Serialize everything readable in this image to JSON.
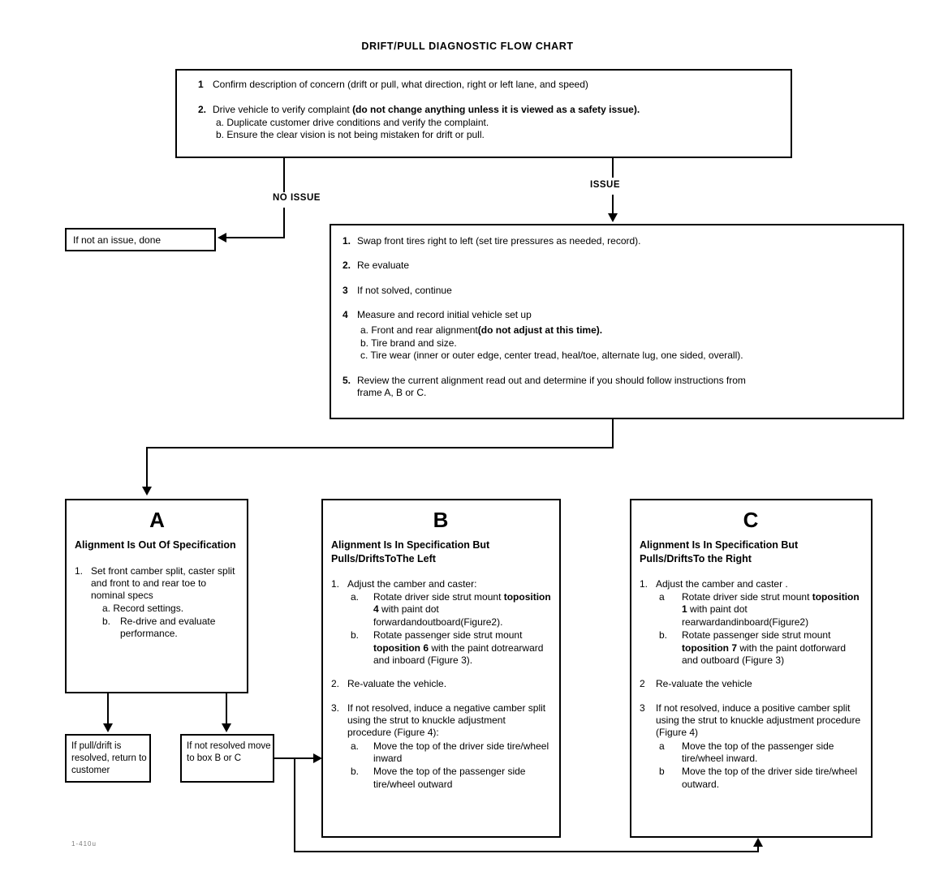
{
  "title": "DRIFT/PULL DIAGNOSTIC FLOW CHART",
  "top_box": {
    "item1_num": "1",
    "item1_text": "Confirm description of concern  (drift or pull, what direction, right or left lane, and speed)",
    "item2_num": "2.",
    "item2_lead": "Drive vehicle to verify complaint ",
    "item2_bold": "(do not change anything unless it is viewed as a safety issue).",
    "item2a": "a. Duplicate customer drive conditions and verify the complaint.",
    "item2b": "b. Ensure the clear vision is not being mistaken for drift or pull."
  },
  "edges": {
    "no_issue": "NO ISSUE",
    "issue": "ISSUE"
  },
  "no_issue_box": {
    "text": "If not an issue, done"
  },
  "mid_box": {
    "item1_num": "1.",
    "item1_text": "Swap front tires right to left (set tire pressures as needed, record).",
    "item2_num": "2.",
    "item2_text": "Re evaluate",
    "item3_num": "3",
    "item3_text": "If not solved, continue",
    "item4_num": "4",
    "item4_text": "Measure and record initial vehicle set up",
    "item4a_lead": "a. Front and rear alignment",
    "item4a_bold": "(do not adjust at this time).",
    "item4b": "b. Tire brand and size.",
    "item4c": "c. Tire wear (inner or outer edge, center tread, heal/toe, alternate lug, one sided, overall).",
    "item5_num": "5.",
    "item5_line1": "Review the current alignment read out and determine if you should follow instructions from",
    "item5_line2": "frame A, B or C."
  },
  "frame_a": {
    "letter": "A",
    "heading": "Alignment Is Out Of Specification",
    "step1_num": "1.",
    "step1_text": "Set front camber split, caster split and front to and rear toe to nominal specs",
    "step1a": "a. Record settings.",
    "step1b_ltr": "b.",
    "step1b": "Re-drive and evaluate performance."
  },
  "frame_b": {
    "letter": "B",
    "heading": "Alignment Is In Specification But Pulls/DriftsToThe Left",
    "step1_num": "1.",
    "step1_text": "Adjust the camber and caster:",
    "step1a_ltr": "a.",
    "step1a_lead": "Rotate driver side strut mount ",
    "step1a_bold": "toposition 4",
    "step1a_tail": " with paint dot forwardandoutboard(Figure2).",
    "step1b_ltr": "b.",
    "step1b_lead": "Rotate passenger side strut mount ",
    "step1b_bold": "toposition 6",
    "step1b_tail": " with the paint dotrearward and inboard (Figure 3).",
    "step2_num": "2.",
    "step2_text": "Re-valuate the vehicle.",
    "step3_num": "3.",
    "step3_text": "If not resolved, induce a negative camber split using the strut to knuckle adjustment procedure (Figure 4):",
    "step3a_ltr": "a.",
    "step3a": "Move the top of the driver side tire/wheel inward",
    "step3b_ltr": "b.",
    "step3b": "Move the top of the passenger side tire/wheel outward"
  },
  "frame_c": {
    "letter": "C",
    "heading": "Alignment Is In Specification But Pulls/DriftsTo the Right",
    "step1_num": "1.",
    "step1_text": "Adjust the camber and caster .",
    "step1a_ltr": "a",
    "step1a_lead": "Rotate driver side strut mount ",
    "step1a_bold": "toposition 1",
    "step1a_tail": " with paint dot rearwardandinboard(Figure2)",
    "step1b_ltr": "b.",
    "step1b_lead": "Rotate passenger side strut mount ",
    "step1b_bold": "toposition 7",
    "step1b_tail": " with the paint dotforward and outboard (Figure 3)",
    "step2_num": "2",
    "step2_text": "Re-valuate the vehicle",
    "step3_num": "3",
    "step3_text": "If not resolved, induce a positive camber split using the strut to knuckle adjustment procedure (Figure 4)",
    "step3a_ltr": "a",
    "step3a": "Move the top of the passenger side tire/wheel inward.",
    "step3b_ltr": "b",
    "step3b": "Move the top of the driver side tire/wheel outward."
  },
  "result_resolved": {
    "text": "If pull/drift is resolved, return to customer"
  },
  "result_not_resolved": {
    "text": "If not resolved move to box B or C"
  },
  "footer_mark": "1-410u"
}
